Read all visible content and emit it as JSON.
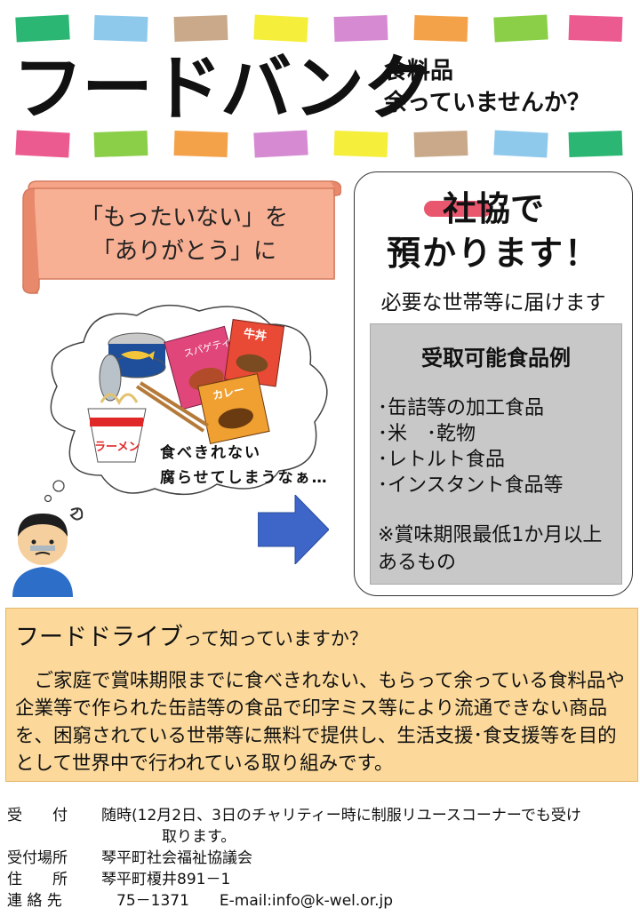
{
  "title": "フードバンク",
  "subtitle": [
    "食料品",
    "余っていませんか？"
  ],
  "tape_colors": {
    "top": [
      "#2bb673",
      "#8ec9ec",
      "#c9a98a",
      "#f5ee3a",
      "#d58ad2",
      "#f4a24a",
      "#8bcf48",
      "#ec5b8f"
    ],
    "bottom": [
      "#ec5b8f",
      "#8bcf48",
      "#f4a24a",
      "#d58ad2",
      "#f5ee3a",
      "#c9a98a",
      "#8ec9ec",
      "#2bb673"
    ]
  },
  "banner": {
    "line1": "「もったいない」を",
    "line2": "「ありがとう」に"
  },
  "right_box": {
    "heading1": "社協で",
    "heading2": "預かります！",
    "deliver": "必要な世帯等に届けます",
    "examples_title": "受取可能食品例",
    "examples": [
      "･缶詰等の加工食品",
      "･米　･乾物",
      "･レトルト食品",
      "･インスタント食品等"
    ],
    "note": "※賞味期限最低1か月以上あるもの"
  },
  "thought": {
    "line1": "食べきれない",
    "line2": "腐らせてしまうなぁ…",
    "labels": {
      "spaghetti": "スパゲティ",
      "gyudon": "牛丼",
      "curry": "カレー",
      "ramen": "ラーメン"
    }
  },
  "food_drive": {
    "heading_big": "フードドライブ",
    "heading_small": "って知っていますか？",
    "body": "ご家庭で賞味期限までに食べきれない、もらって余っている食料品や企業等で作られた缶詰等の食品で印字ミス等により流通できない商品を、困窮されている世帯等に無料で提供し、生活支援･食支援等を目的として世界中で行われている取り組みです。"
  },
  "footer": {
    "rows": [
      {
        "label": "受　　付",
        "value": "随時(12月2日、3日のチャリティー時に制服リユースコーナーでも受け"
      },
      {
        "label": "",
        "value": "　　　　取ります。"
      },
      {
        "label": "受付場所",
        "value": "琴平町社会福祉協議会"
      },
      {
        "label": "住　　所",
        "value": "琴平町榎井891－1"
      },
      {
        "label": "連 絡 先",
        "value": "　75－1371　　E-mail:info@k-wel.or.jp"
      }
    ]
  }
}
